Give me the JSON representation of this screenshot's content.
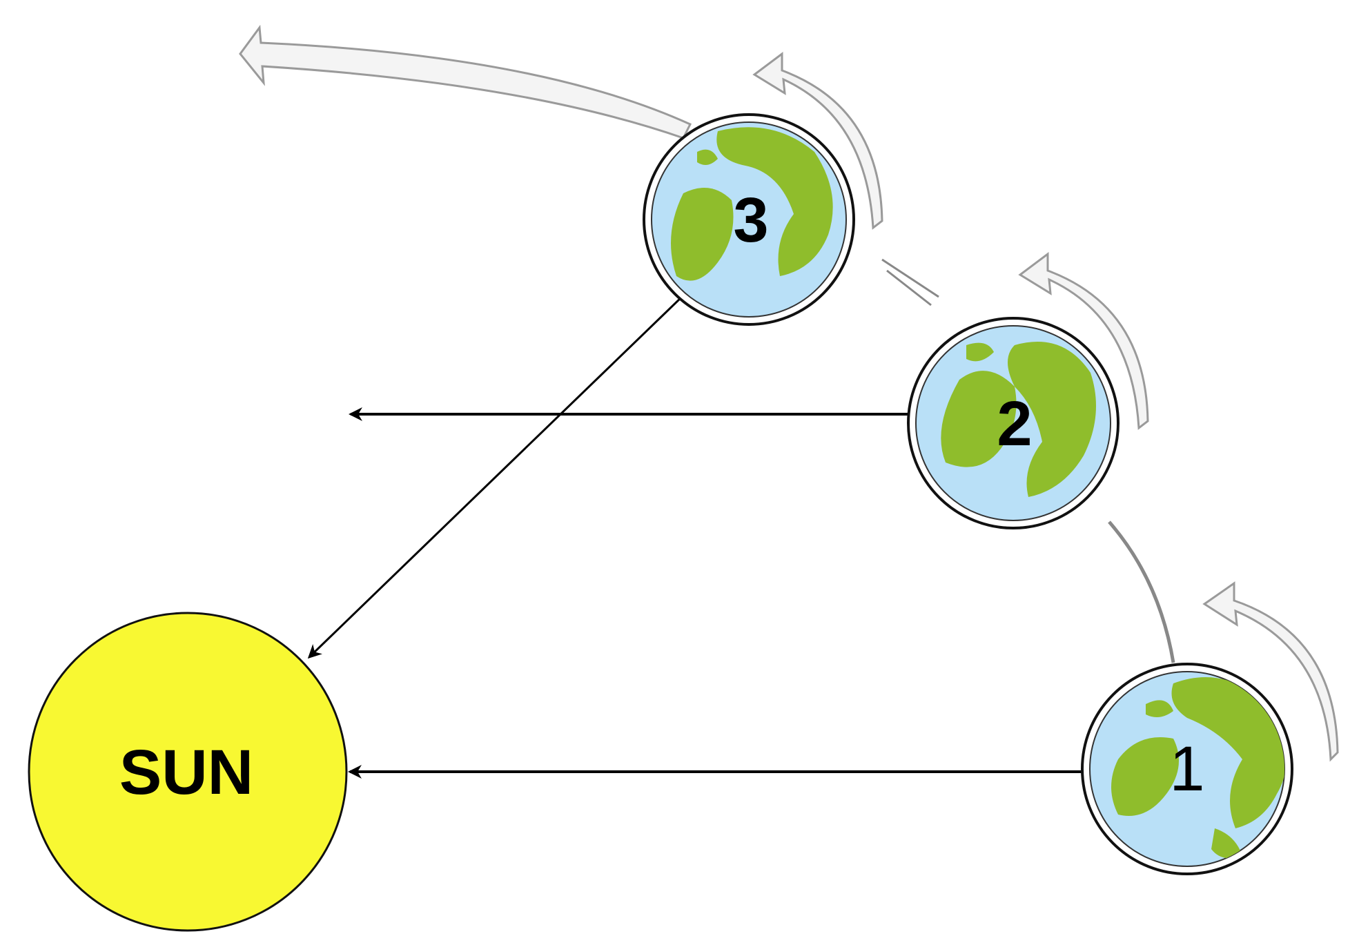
{
  "colors": {
    "sun_fill": "#f8f832",
    "ocean": "#b9e0f7",
    "land": "#8fbd2c",
    "outline": "#111111",
    "arrow": "#000000",
    "orbit_arrow_fill": "#f4f4f4",
    "orbit_arrow_stroke": "#9a9a9a"
  },
  "sun": {
    "label": "SUN"
  },
  "earths": [
    {
      "label": "1"
    },
    {
      "label": "2"
    },
    {
      "label": "3"
    }
  ]
}
